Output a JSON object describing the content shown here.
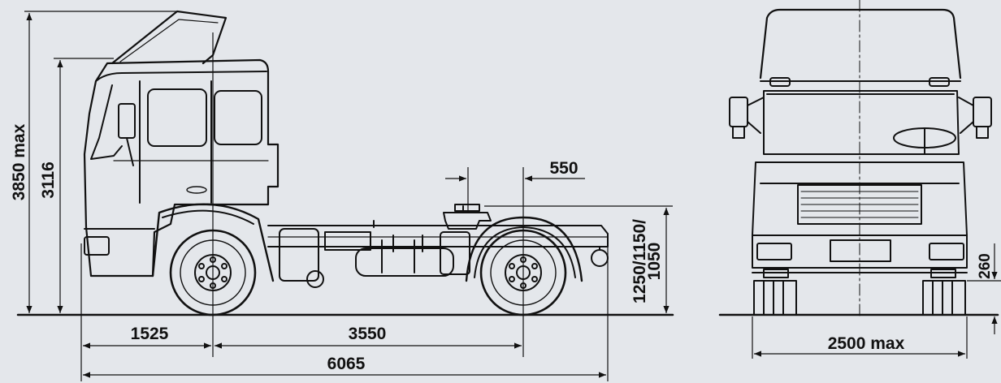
{
  "colors": {
    "background": "#E4E7EB",
    "line": "#111111"
  },
  "dimensions": {
    "overall_height": "3850 max",
    "cab_height": "3116",
    "front_overhang": "1525",
    "wheelbase": "3550",
    "overall_length": "6065",
    "fifth_wheel_offset": "550",
    "coupling_height": "1250/1150/",
    "coupling_height_2": "1050",
    "overall_width": "2500 max",
    "ground_clearance": "260"
  }
}
